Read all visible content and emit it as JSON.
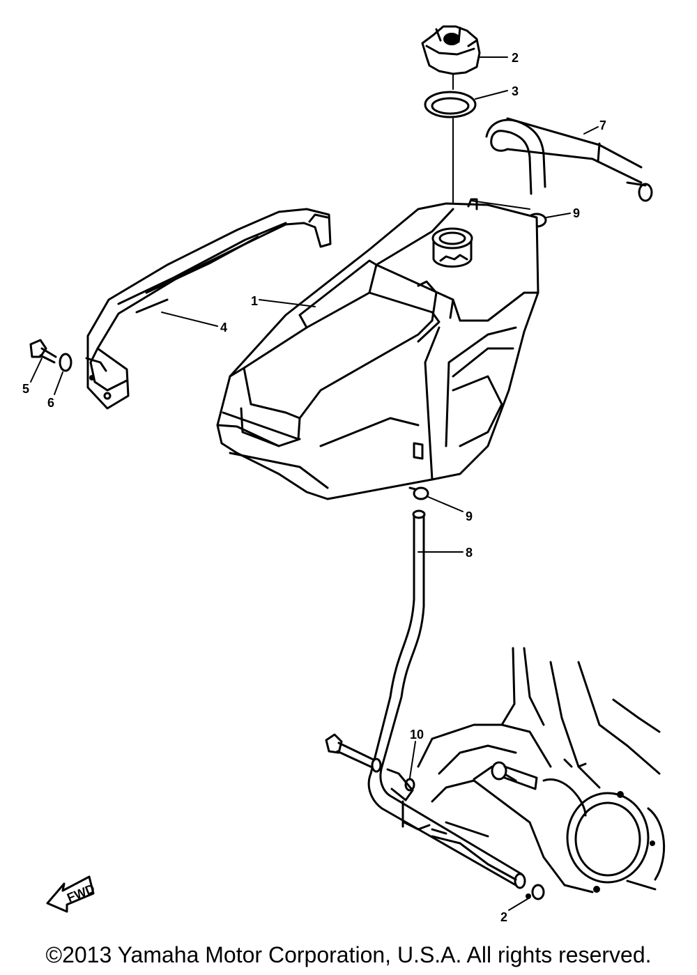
{
  "callouts": [
    {
      "id": "c1",
      "text": "1"
    },
    {
      "id": "c2a",
      "text": "2"
    },
    {
      "id": "c3",
      "text": "3"
    },
    {
      "id": "c4",
      "text": "4"
    },
    {
      "id": "c5",
      "text": "5"
    },
    {
      "id": "c6",
      "text": "6"
    },
    {
      "id": "c7",
      "text": "7"
    },
    {
      "id": "c8",
      "text": "8"
    },
    {
      "id": "c9a",
      "text": "9"
    },
    {
      "id": "c9b",
      "text": "9"
    },
    {
      "id": "c10",
      "text": "10"
    },
    {
      "id": "c2b",
      "text": "2"
    }
  ],
  "front_arrow": {
    "label": "FWD",
    "icon": "front-direction-arrow-icon"
  },
  "copyright": "©2013 Yamaha Motor Corporation, U.S.A. All rights reserved."
}
